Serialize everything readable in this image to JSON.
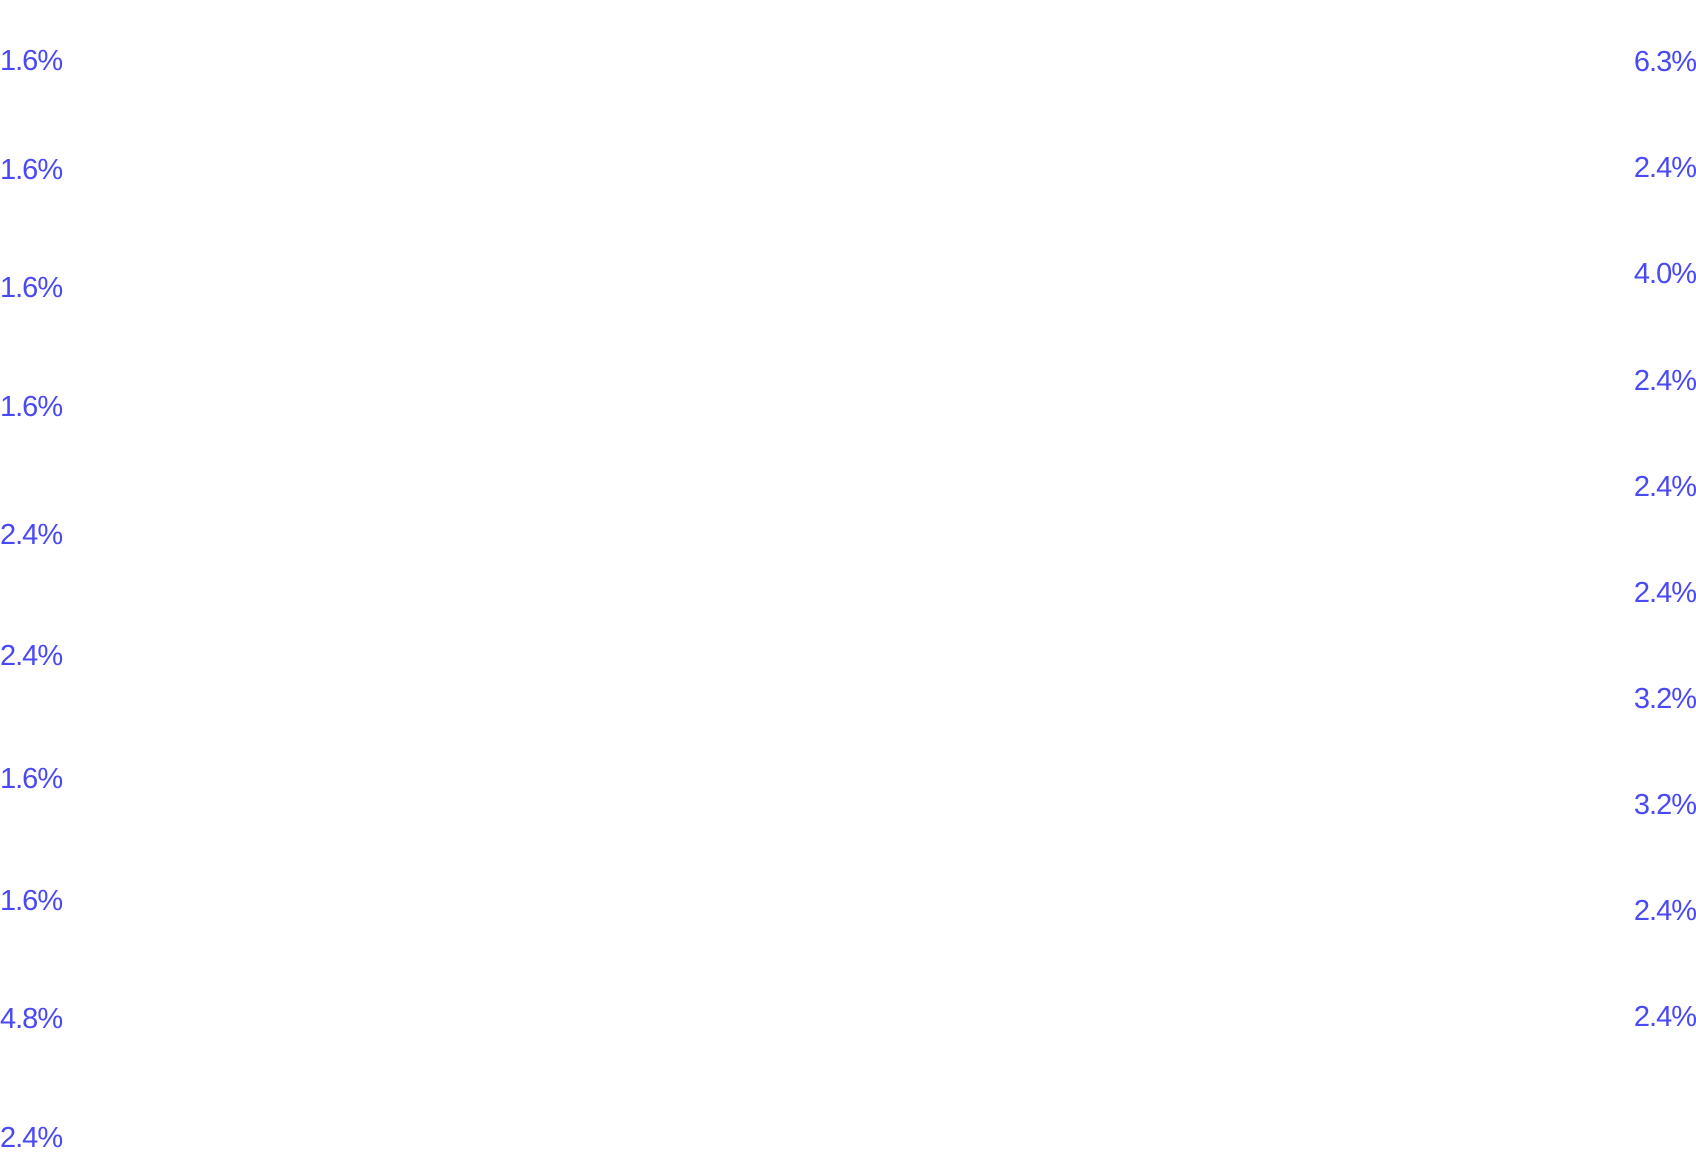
{
  "colors": {
    "text": "#4a4af5",
    "background": "#ffffff"
  },
  "left_values": [
    "1.6%",
    "1.6%",
    "1.6%",
    "1.6%",
    "2.4%",
    "2.4%",
    "1.6%",
    "1.6%",
    "4.8%",
    "2.4%"
  ],
  "right_values": [
    "6.3%",
    "2.4%",
    "4.0%",
    "2.4%",
    "2.4%",
    "2.4%",
    "3.2%",
    "3.2%",
    "2.4%",
    "2.4%"
  ]
}
